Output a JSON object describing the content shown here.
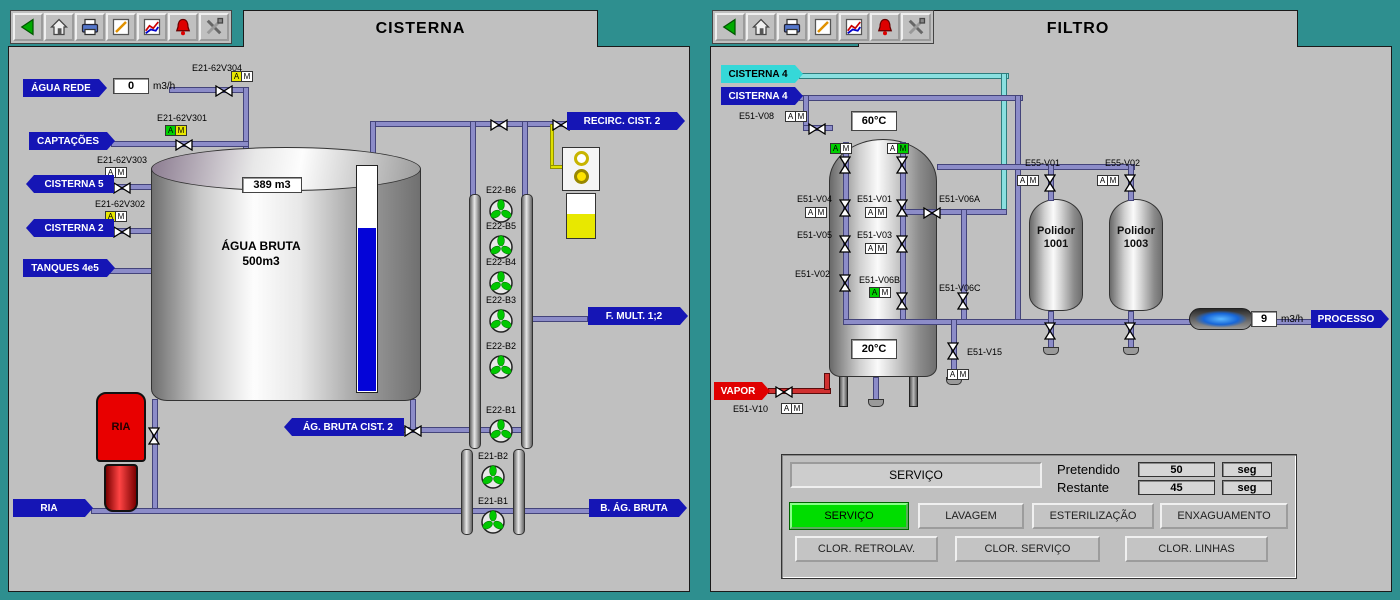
{
  "common": {
    "a": "A",
    "m": "M"
  },
  "toolbar": {
    "icons": [
      "back",
      "home",
      "print",
      "draw",
      "trend",
      "alarm",
      "tools"
    ]
  },
  "colors": {
    "background": "#2e8f8f",
    "panel": "#c0c0c0",
    "pipe_blue": "#8c8cc8",
    "flag_blue": "#1515b5",
    "flag_cyan": "#35d8d8",
    "alarm_red": "#e00000",
    "pump_green": "#00c800",
    "active_button_green": "#00dd00",
    "level_blue": "#0404d8"
  },
  "left": {
    "title": "CISTERNA",
    "agua_rede": {
      "label": "ÁGUA REDE",
      "value": "0",
      "unit": "m3/h"
    },
    "flags": {
      "captacoes": "CAPTAÇÕES",
      "cisterna5": "CISTERNA 5",
      "cisterna2": "CISTERNA 2",
      "tanques": "TANQUES 4e5",
      "recirc": "RECIRC. CIST. 2",
      "fmult": "F. MULT. 1;2",
      "ag_bruta_cist2": "ÁG. BRUTA CIST. 2",
      "b_ag_bruta": "B. ÁG. BRUTA",
      "ria": "RIA"
    },
    "valves": {
      "v304": "E21-62V304",
      "v301": "E21-62V301",
      "v303": "E21-62V303",
      "v302": "E21-62V302"
    },
    "tank": {
      "name": "ÁGUA BRUTA",
      "capacity": "500m3",
      "level": "389",
      "level_unit": "m3"
    },
    "ria_label": "RIA",
    "pumps": [
      "E22-B6",
      "E22-B5",
      "E22-B4",
      "E22-B3",
      "E22-B2",
      "E22-B1"
    ],
    "pumps2": [
      "E21-B2",
      "E21-B1"
    ]
  },
  "right": {
    "title": "FILTRO",
    "flags": {
      "cisterna4_top": "CISTERNA 4",
      "cisterna4_bottom": "CISTERNA 4",
      "vapor": "VAPOR",
      "processo": "PROCESSO"
    },
    "temp_top": "60°C",
    "temp_bottom": "20°C",
    "flow": {
      "value": "9",
      "unit": "m3/h"
    },
    "valves": {
      "v08": "E51-V08",
      "v04": "E51-V04",
      "v01": "E51-V01",
      "v06a": "E51-V06A",
      "v05": "E51-V05",
      "v03": "E51-V03",
      "v06b": "E51-V06B",
      "v06c": "E51-V06C",
      "v02": "E51-V02",
      "v15": "E51-V15",
      "v10": "E51-V10",
      "e55v01": "E55-V01",
      "e55v02": "E55-V02"
    },
    "polidor1": {
      "name": "Polidor",
      "number": "1001"
    },
    "polidor2": {
      "name": "Polidor",
      "number": "1003"
    },
    "control": {
      "status": "SERVIÇO",
      "pretendido": "Pretendido",
      "restante": "Restante",
      "pretendido_value": "50",
      "restante_value": "45",
      "seg": "seg",
      "buttons": [
        "SERVIÇO",
        "LAVAGEM",
        "ESTERILIZAÇÃO",
        "ENXAGUAMENTO",
        "CLOR. RETROLAV.",
        "CLOR. SERVIÇO",
        "CLOR. LINHAS"
      ]
    }
  }
}
